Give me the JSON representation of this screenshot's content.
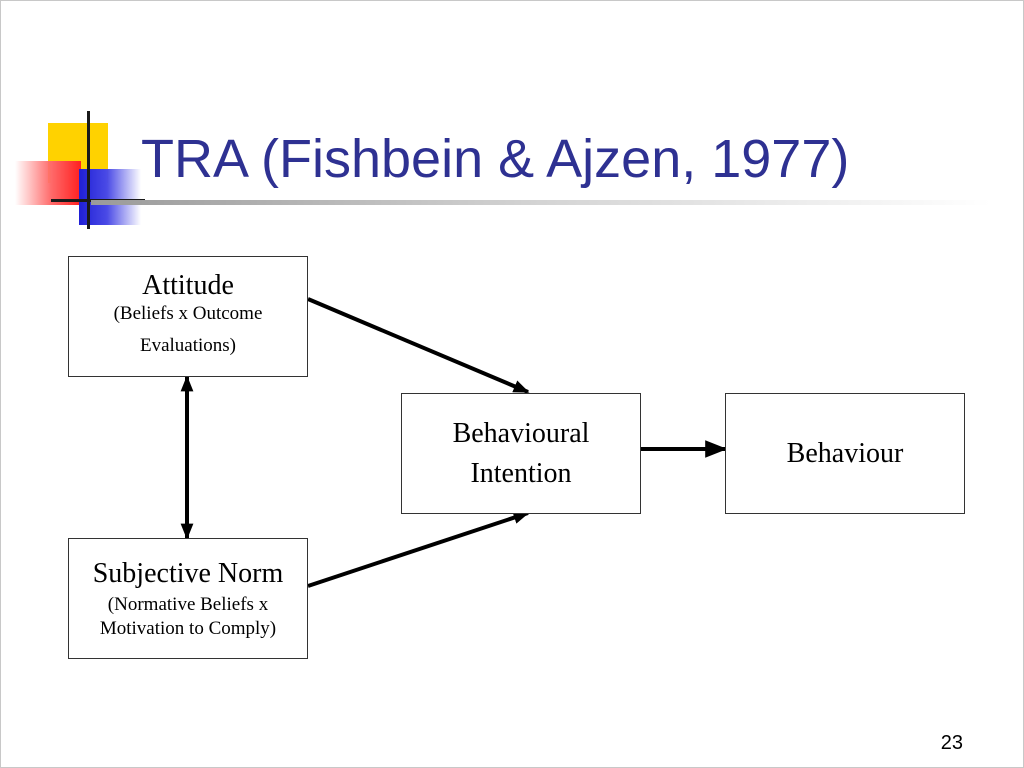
{
  "slide": {
    "title": "TRA (Fishbein & Ajzen, 1977)",
    "page_number": "23"
  },
  "diagram": {
    "nodes": {
      "attitude": {
        "label": "Attitude",
        "sub_line1": "(Beliefs x Outcome",
        "sub_line2": "Evaluations)"
      },
      "subjective_norm": {
        "label": "Subjective Norm",
        "sub_line1": "(Normative Beliefs x",
        "sub_line2": "Motivation to Comply)"
      },
      "intention": {
        "label_line1": "Behavioural",
        "label_line2": "Intention"
      },
      "behaviour": {
        "label": "Behaviour"
      }
    },
    "edges": [
      {
        "from": "attitude",
        "to": "intention",
        "direction": "forward"
      },
      {
        "from": "subjective_norm",
        "to": "intention",
        "direction": "forward"
      },
      {
        "from": "intention",
        "to": "behaviour",
        "direction": "forward"
      },
      {
        "from": "attitude",
        "to": "subjective_norm",
        "direction": "both"
      }
    ],
    "colors": {
      "title": "#2e3192",
      "line": "#000000"
    }
  }
}
